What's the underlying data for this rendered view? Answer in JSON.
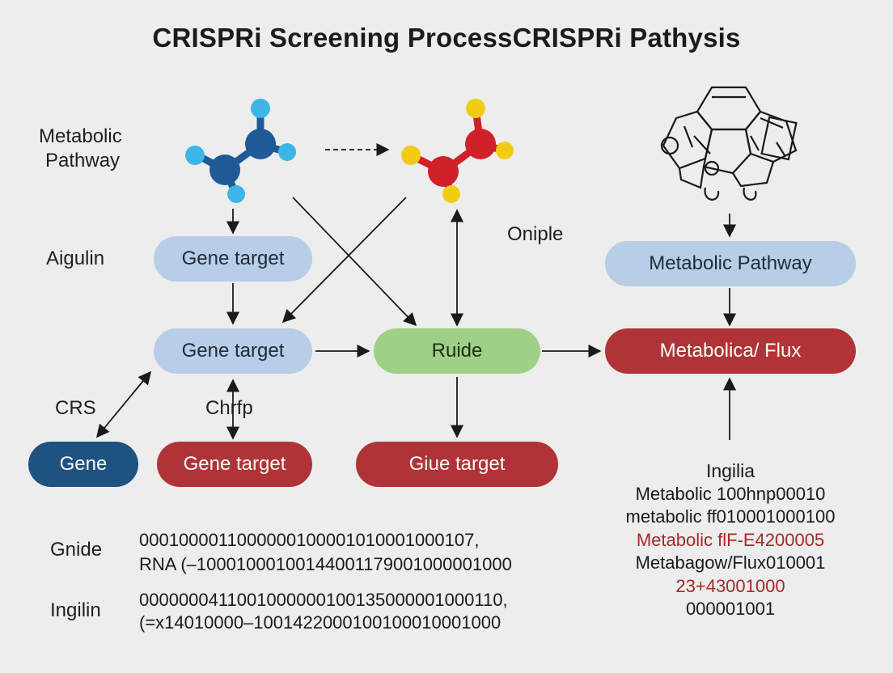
{
  "title": "CRISPRi Screening ProcessCRISPRi Pathysis",
  "labels": {
    "metabolic_pathway_line1": "Metabolic",
    "metabolic_pathway_line2": "Pathway",
    "aigulin": "Aigulin",
    "oniple": "Oniple",
    "crs": "CRS",
    "chrfp": "Chrfp",
    "gnide": "Gnide",
    "ingilin": "Ingilin"
  },
  "nodes": {
    "gene_target_top": "Gene target",
    "gene_target_mid": "Gene target",
    "ruide": "Ruide",
    "metabolic_pathway_box": "Metabolic Pathway",
    "metabolic_flux_box": "Metabolica/ Flux",
    "gene": "Gene",
    "gene_target_bottom": "Gene target",
    "giue_target": "Giue target"
  },
  "sequences": {
    "gnide_line1": "0001000011000000100001010001000107,",
    "gnide_line2": "RNA (–10001000100144001179001000001000",
    "ingilin_line1": "0000000411001000000100135000001000110,",
    "ingilin_line2": "(=x14010000–1001422000100100010001000"
  },
  "ingila_block": {
    "heading": "Ingilia",
    "line1": "Metabolic 100hnp00010",
    "line2": "metabolic ff010001000100",
    "line3": "Metabolic flF-E4200005",
    "line4": "Metabagow/Flux010001",
    "line5": "23+43001000",
    "line6": "000001001"
  },
  "colors": {
    "background": "#ededed",
    "light_node": "#b8cde6",
    "green_node": "#9fd087",
    "red_node": "#b03437",
    "navy_node": "#1d5281",
    "molecule_blue": "#1f5a97",
    "molecule_cyan": "#3bb6e6",
    "molecule_red": "#d0202a",
    "molecule_yellow": "#f1cc12",
    "red_text": "#a52a2a"
  }
}
